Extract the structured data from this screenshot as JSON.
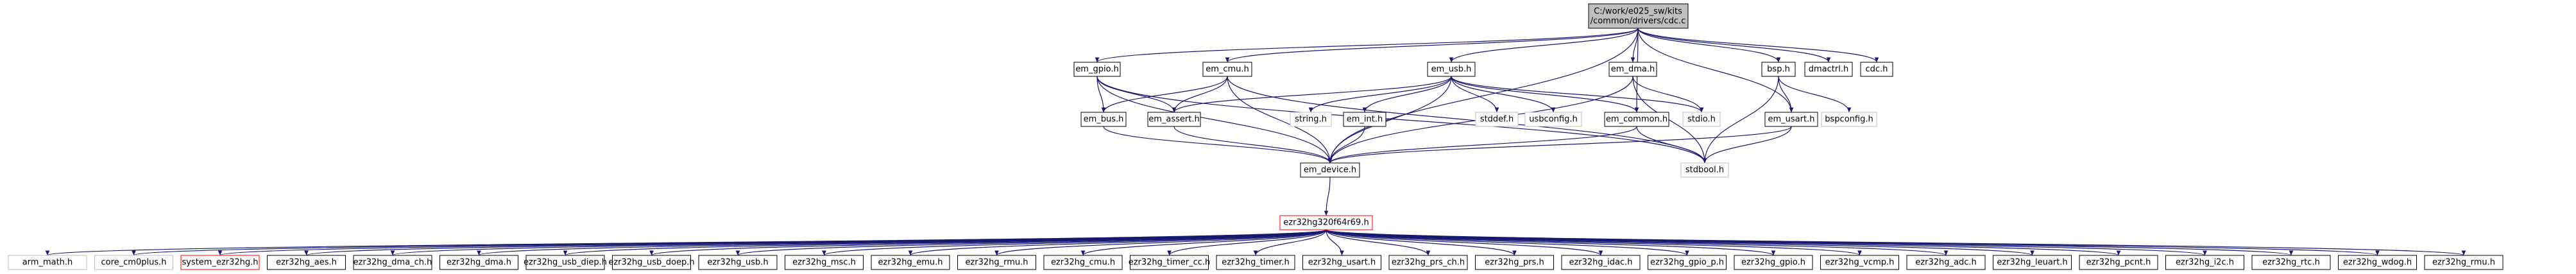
{
  "graph": {
    "root": {
      "line1": "C:/work/e025_sw/kits",
      "line2": "/common/drivers/cdc.c"
    },
    "level1": [
      {
        "id": "em_gpio",
        "label": "em_gpio.h"
      },
      {
        "id": "em_cmu",
        "label": "em_cmu.h"
      },
      {
        "id": "em_usb",
        "label": "em_usb.h"
      },
      {
        "id": "em_dma",
        "label": "em_dma.h"
      },
      {
        "id": "bsp",
        "label": "bsp.h"
      },
      {
        "id": "dmactrl",
        "label": "dmactrl.h"
      },
      {
        "id": "cdc",
        "label": "cdc.h"
      }
    ],
    "level2": [
      {
        "id": "em_bus",
        "label": "em_bus.h"
      },
      {
        "id": "em_assert",
        "label": "em_assert.h"
      },
      {
        "id": "string",
        "label": "string.h",
        "gray": true
      },
      {
        "id": "em_int",
        "label": "em_int.h"
      },
      {
        "id": "stddef",
        "label": "stddef.h",
        "gray": true
      },
      {
        "id": "usbconfig",
        "label": "usbconfig.h",
        "gray": true
      },
      {
        "id": "em_common",
        "label": "em_common.h"
      },
      {
        "id": "stdio",
        "label": "stdio.h",
        "gray": true
      },
      {
        "id": "em_usart",
        "label": "em_usart.h"
      },
      {
        "id": "bspconfig",
        "label": "bspconfig.h",
        "gray": true
      }
    ],
    "em_device": {
      "label": "em_device.h"
    },
    "stdbool": {
      "label": "stdbool.h",
      "gray": true
    },
    "efm": {
      "label": "ezr32hg320f64r69.h"
    },
    "bottom": [
      {
        "label": "arm_math.h",
        "gray": true
      },
      {
        "label": "core_cm0plus.h",
        "gray": true
      },
      {
        "label": "system_ezr32hg.h",
        "red": true
      },
      {
        "label": "ezr32hg_aes.h"
      },
      {
        "label": "ezr32hg_dma_ch.h"
      },
      {
        "label": "ezr32hg_dma.h"
      },
      {
        "label": "ezr32hg_usb_diep.h"
      },
      {
        "label": "ezr32hg_usb_doep.h"
      },
      {
        "label": "ezr32hg_usb.h"
      },
      {
        "label": "ezr32hg_msc.h"
      },
      {
        "label": "ezr32hg_emu.h"
      },
      {
        "label": "ezr32hg_rmu.h"
      },
      {
        "label": "ezr32hg_cmu.h"
      },
      {
        "label": "ezr32hg_timer_cc.h"
      },
      {
        "label": "ezr32hg_timer.h"
      },
      {
        "label": "ezr32hg_usart.h"
      },
      {
        "label": "ezr32hg_prs_ch.h"
      },
      {
        "label": "ezr32hg_prs.h"
      },
      {
        "label": "ezr32hg_idac.h"
      },
      {
        "label": "ezr32hg_gpio_p.h"
      },
      {
        "label": "ezr32hg_gpio.h"
      },
      {
        "label": "ezr32hg_vcmp.h"
      },
      {
        "label": "ezr32hg_adc.h"
      },
      {
        "label": "ezr32hg_leuart.h"
      },
      {
        "label": "ezr32hg_pcnt.h"
      },
      {
        "label": "ezr32hg_i2c.h"
      },
      {
        "label": "ezr32hg_rtc.h"
      },
      {
        "label": "ezr32hg_wdog.h"
      },
      {
        "label": "ezr32hg_rmu.h"
      }
    ],
    "edges": [
      [
        "root",
        "em_gpio"
      ],
      [
        "root",
        "em_cmu"
      ],
      [
        "root",
        "em_usb"
      ],
      [
        "root",
        "em_dma"
      ],
      [
        "root",
        "bsp"
      ],
      [
        "root",
        "dmactrl"
      ],
      [
        "root",
        "cdc"
      ],
      [
        "root",
        "em_device"
      ],
      [
        "root",
        "em_common"
      ],
      [
        "root",
        "em_usart"
      ],
      [
        "em_gpio",
        "em_bus"
      ],
      [
        "em_gpio",
        "em_assert"
      ],
      [
        "em_gpio",
        "em_device"
      ],
      [
        "em_gpio",
        "stdbool"
      ],
      [
        "em_cmu",
        "em_bus"
      ],
      [
        "em_cmu",
        "em_assert"
      ],
      [
        "em_cmu",
        "em_device"
      ],
      [
        "em_cmu",
        "stdbool"
      ],
      [
        "em_usb",
        "string"
      ],
      [
        "em_usb",
        "em_int"
      ],
      [
        "em_usb",
        "stddef"
      ],
      [
        "em_usb",
        "usbconfig"
      ],
      [
        "em_usb",
        "em_common"
      ],
      [
        "em_usb",
        "stdio"
      ],
      [
        "em_usb",
        "em_device"
      ],
      [
        "em_usb",
        "em_assert"
      ],
      [
        "em_dma",
        "em_device"
      ],
      [
        "em_dma",
        "stdio"
      ],
      [
        "em_dma",
        "stdbool"
      ],
      [
        "bsp",
        "em_usart"
      ],
      [
        "bsp",
        "bspconfig"
      ],
      [
        "bsp",
        "stdbool"
      ],
      [
        "em_usart",
        "em_device"
      ],
      [
        "em_usart",
        "stdbool"
      ],
      [
        "em_common",
        "stdbool"
      ],
      [
        "em_common",
        "em_device"
      ],
      [
        "em_bus",
        "em_device"
      ],
      [
        "em_assert",
        "em_device"
      ],
      [
        "em_int",
        "em_device"
      ],
      [
        "em_device",
        "efm"
      ]
    ]
  }
}
